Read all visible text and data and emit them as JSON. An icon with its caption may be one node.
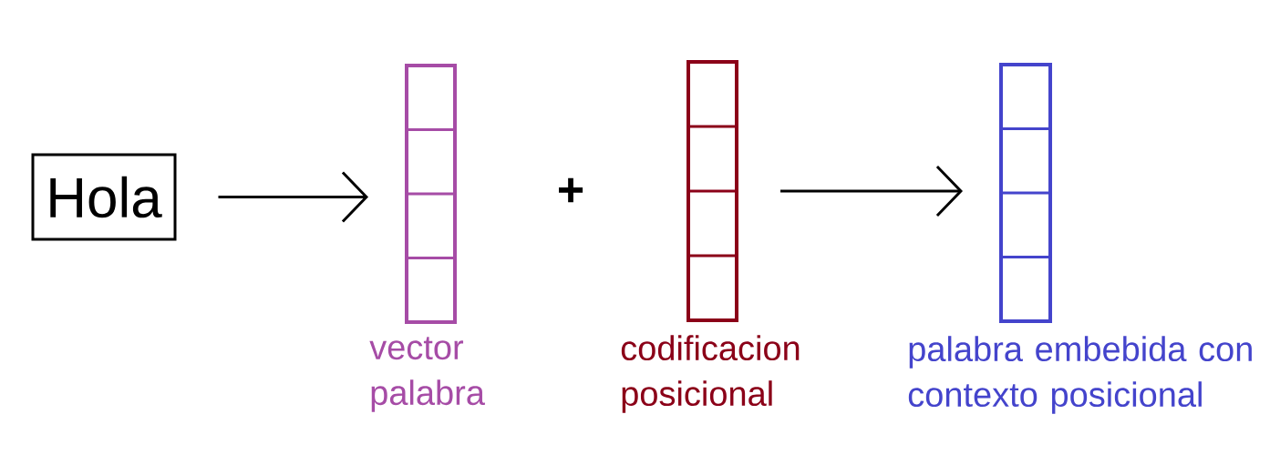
{
  "diagram": {
    "nodes": [
      {
        "text": [
          "Hola"
        ]
      },
      {
        "text": [],
        "shape": "bar",
        "beside": [
          "vector palabra"
        ]
      },
      {
        "text": [],
        "shape": "bar",
        "beside": [
          "codificacion posicional"
        ]
      },
      {
        "text": [],
        "shape": "bar",
        "beside": [
          "palabra embebida con contexto posicional"
        ]
      }
    ],
    "edges": [
      {
        "from": 0,
        "to": 1,
        "arrow": "to"
      },
      {
        "from": 2,
        "to": 3,
        "arrow": "to"
      }
    ],
    "labels": [
      "+"
    ]
  }
}
